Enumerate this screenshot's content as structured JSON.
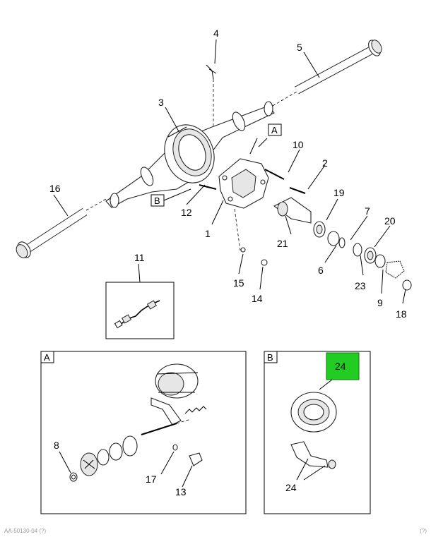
{
  "callouts": {
    "c1": "1",
    "c2": "2",
    "c3": "3",
    "c4": "4",
    "c5": "5",
    "c6": "6",
    "c7": "7",
    "c8": "8",
    "c9": "9",
    "c10": "10",
    "c11": "11",
    "c12": "12",
    "c13": "13",
    "c14": "14",
    "c15": "15",
    "c16": "16",
    "c17": "17",
    "c18": "18",
    "c19": "19",
    "c20": "20",
    "c21": "21",
    "c23": "23",
    "c24_box": "24",
    "c24": "24"
  },
  "view_refs": {
    "a_main": "A",
    "b_main": "B",
    "a_box": "A",
    "b_box": "B"
  },
  "highlight_color": "#22cc22",
  "footer": {
    "code": "AA-50130-04 (?)",
    "page": "(?)"
  }
}
